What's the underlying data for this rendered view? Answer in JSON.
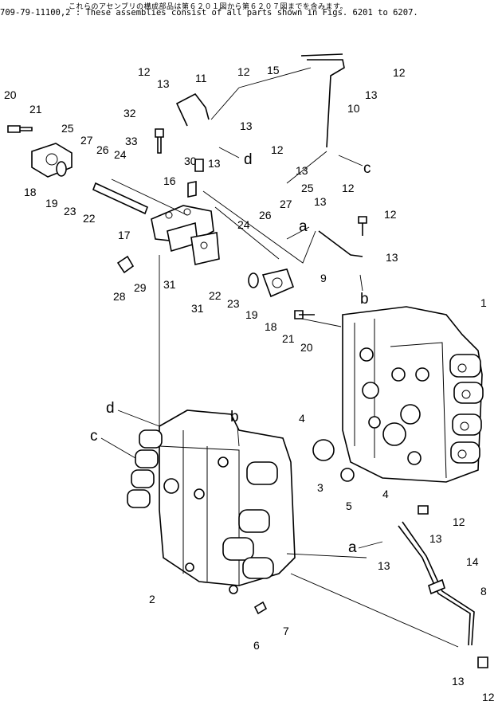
{
  "header": {
    "japanese_note": "これらのアセンブリの構成部品は第６２０１図から第６２０７図までを含みます。",
    "part_number": "709-79-11100,2",
    "english_note": ": These assemblies consist of all parts shown in Figs. 6201 to 6207."
  },
  "callouts": [
    "1",
    "2",
    "3",
    "4",
    "4",
    "5",
    "6",
    "7",
    "8",
    "9",
    "10",
    "11",
    "12",
    "12",
    "12",
    "12",
    "12",
    "12",
    "12",
    "12",
    "13",
    "13",
    "13",
    "13",
    "13",
    "13",
    "13",
    "13",
    "13",
    "13",
    "14",
    "15",
    "16",
    "17",
    "18",
    "18",
    "19",
    "19",
    "20",
    "20",
    "21",
    "21",
    "22",
    "22",
    "23",
    "23",
    "24",
    "24",
    "25",
    "25",
    "26",
    "26",
    "27",
    "27",
    "28",
    "29",
    "30",
    "31",
    "31",
    "32",
    "33"
  ],
  "connection_letters": [
    "a",
    "a",
    "b",
    "b",
    "c",
    "c",
    "d",
    "d"
  ]
}
